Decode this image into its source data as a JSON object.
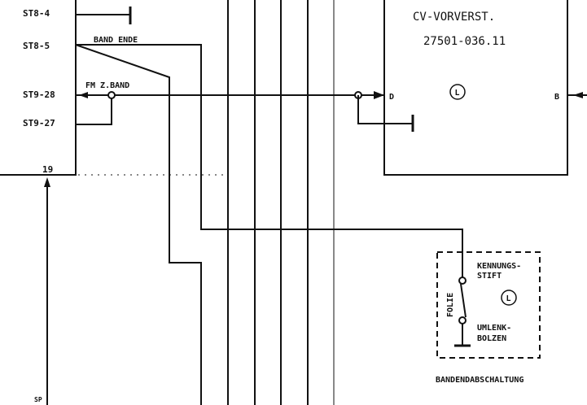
{
  "left_connector": {
    "pins": [
      "ST8-4",
      "ST8-5",
      "ST9-28",
      "ST9-27"
    ],
    "pin_bottom": "19",
    "bottom_edge_label": "SP"
  },
  "signals": {
    "band_ende": "BAND ENDE",
    "fm_z_band": "FM Z.BAND"
  },
  "module": {
    "title": "CV-VORVERST.",
    "part_number": "27501-036.11",
    "input_pin": "D",
    "output_pin": "B",
    "circle_symbol": "L"
  },
  "switch_box": {
    "label_top_line1": "KENNUNGS-",
    "label_top_line2": "STIFT",
    "label_bottom_line1": "UMLENK-",
    "label_bottom_line2": "BOLZEN",
    "side_label": "FOLIE",
    "circle_symbol": "L",
    "caption": "BANDENDABSCHALTUNG"
  }
}
